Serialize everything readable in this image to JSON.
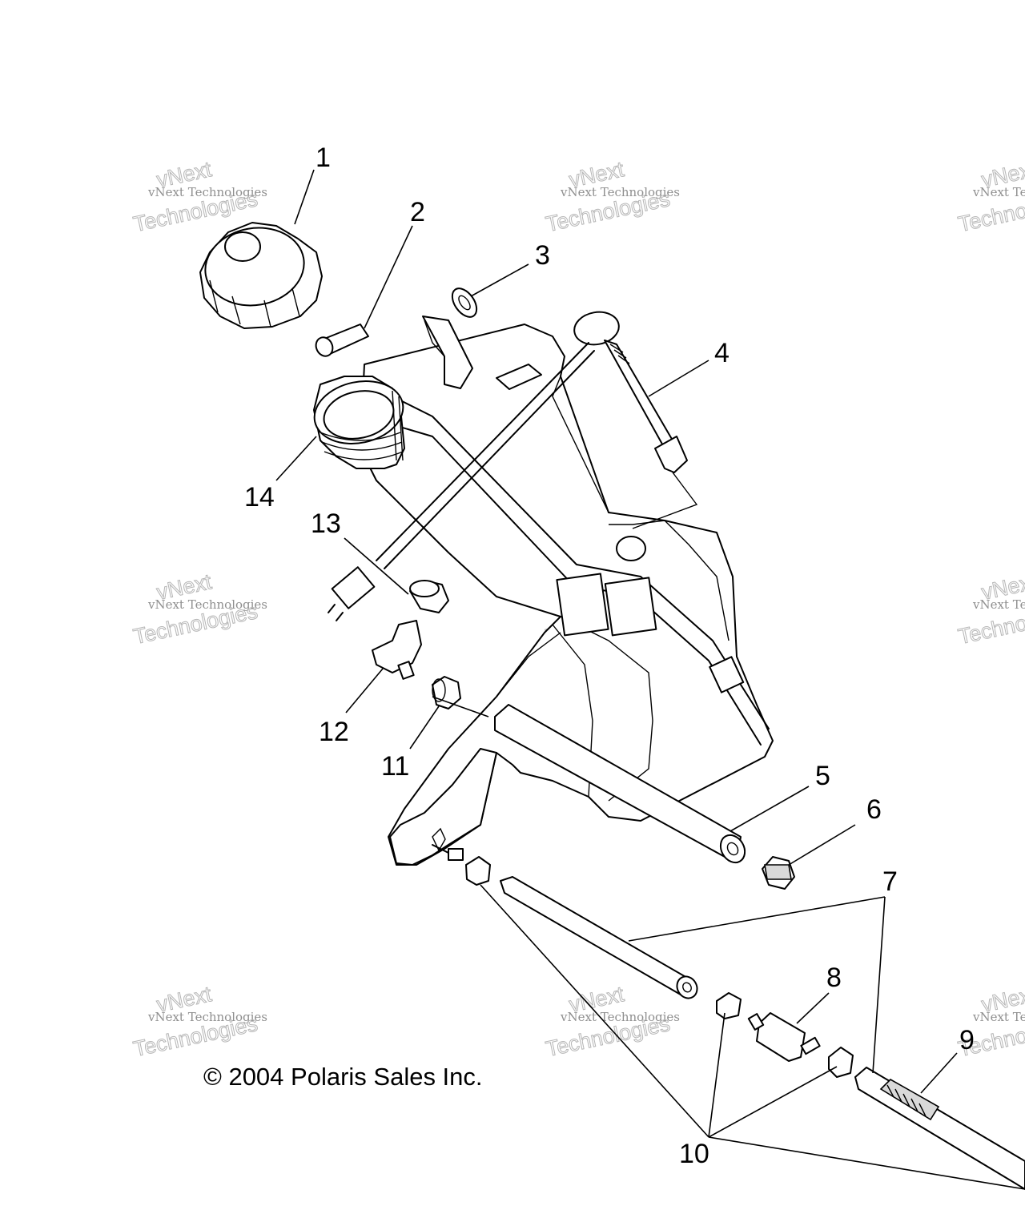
{
  "diagram": {
    "callouts": [
      {
        "id": "1",
        "label": "1"
      },
      {
        "id": "2",
        "label": "2"
      },
      {
        "id": "3",
        "label": "3"
      },
      {
        "id": "4",
        "label": "4"
      },
      {
        "id": "5",
        "label": "5"
      },
      {
        "id": "6",
        "label": "6"
      },
      {
        "id": "7",
        "label": "7"
      },
      {
        "id": "8",
        "label": "8"
      },
      {
        "id": "9",
        "label": "9"
      },
      {
        "id": "10",
        "label": "10"
      },
      {
        "id": "11",
        "label": "11"
      },
      {
        "id": "12",
        "label": "12"
      },
      {
        "id": "13",
        "label": "13"
      },
      {
        "id": "14",
        "label": "14"
      }
    ],
    "copyright": "© 2004 Polaris Sales Inc.",
    "watermark": {
      "line1": "vNext Technologies",
      "line2": "Technologies",
      "line3": "vNext"
    }
  }
}
